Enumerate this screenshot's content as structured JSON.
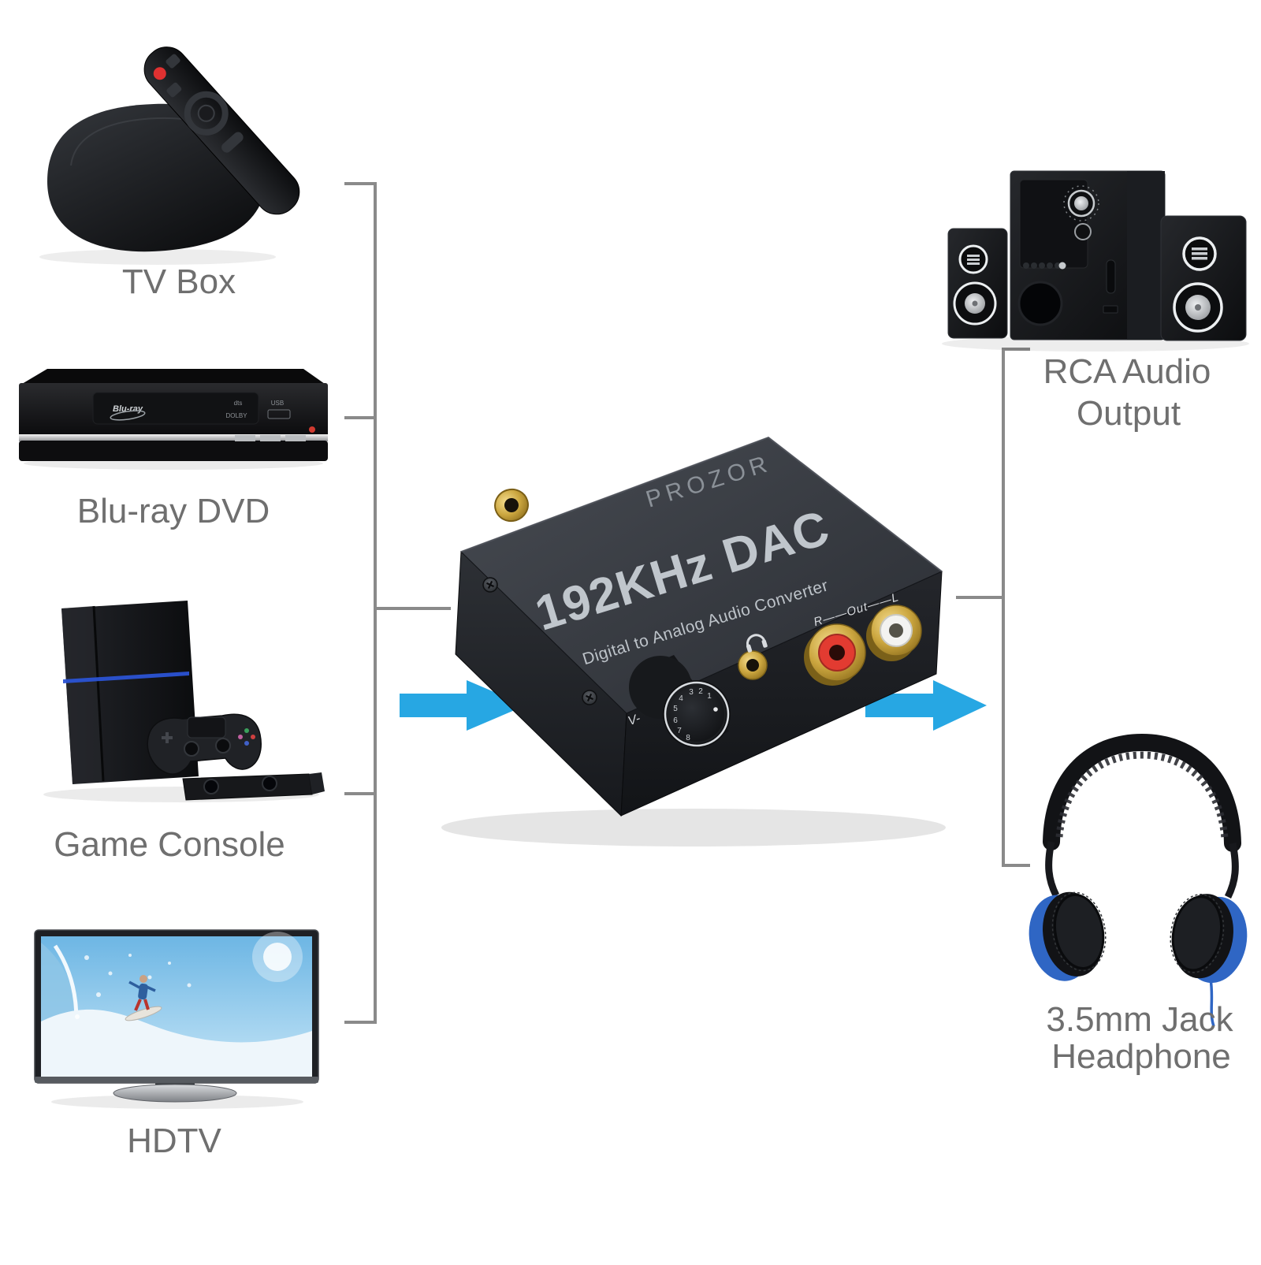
{
  "diagram": {
    "dac": {
      "brand": "PROZOR",
      "model": "192KHz DAC",
      "subtitle": "Digital to Analog Audio Converter",
      "volume_label": "V-",
      "output_jack_label": "R——Out——L",
      "knob_numbers": [
        "1",
        "2",
        "3",
        "4",
        "5",
        "6",
        "7",
        "8"
      ]
    },
    "sources": [
      {
        "id": "tv-box",
        "label": "TV Box"
      },
      {
        "id": "blu-ray",
        "label": "Blu-ray DVD"
      },
      {
        "id": "game-console",
        "label": "Game Console"
      },
      {
        "id": "hdtv",
        "label": "HDTV"
      }
    ],
    "outputs": [
      {
        "id": "rca-audio",
        "label_line1": "RCA Audio",
        "label_line2": "Output"
      },
      {
        "id": "headphone",
        "label_line1": "3.5mm Jack",
        "label_line2": "Headphone"
      }
    ],
    "blu_ray_badges": {
      "logo": "Blu-ray",
      "dts": "dts",
      "dolby": "DOLBY",
      "usb": "USB"
    },
    "colors": {
      "arrow_blue": "#27a7e3",
      "connector_gray": "#8a8a8a",
      "label_gray": "#6f6f6f",
      "gold": "#c9a53f",
      "rca_red": "#e23b31",
      "rca_white": "#f3f3f1",
      "headphone_accent_blue": "#2f66c4"
    }
  }
}
